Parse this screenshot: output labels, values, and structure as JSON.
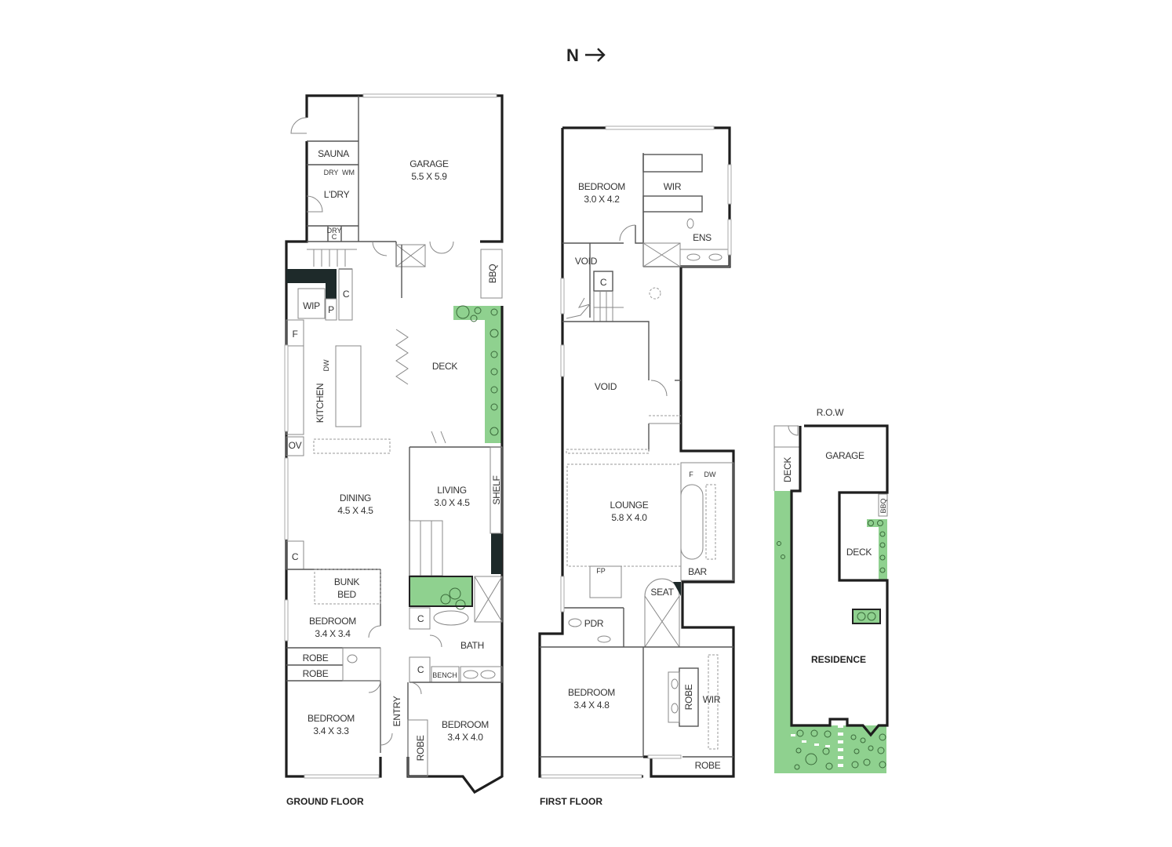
{
  "compass": {
    "label": "N",
    "arrow": "→"
  },
  "floors": {
    "ground": {
      "title": "GROUND FLOOR",
      "rooms": {
        "sauna": "SAUNA",
        "dry": "DRY",
        "wm": "WM",
        "laundry": "L'DRY",
        "dry_c1": "DRY",
        "dry_c2": "C",
        "garage": "GARAGE",
        "garage_dim": "5.5 X 5.9",
        "bbq": "BBQ",
        "c_upper": "C",
        "wip": "WIP",
        "p": "P",
        "f": "F",
        "dw": "DW",
        "kitchen": "KITCHEN",
        "deck": "DECK",
        "ov": "OV",
        "dining": "DINING",
        "dining_dim": "4.5 X 4.5",
        "living": "LIVING",
        "living_dim": "3.0 X 4.5",
        "shelf": "SHELF",
        "c_dining": "C",
        "bunk1": "BUNK",
        "bunk2": "BED",
        "bedroom1": "BEDROOM",
        "bedroom1_dim": "3.4 X 3.4",
        "c_bath1": "C",
        "bath": "BATH",
        "robe1": "ROBE",
        "robe2": "ROBE",
        "c_bath2": "C",
        "bench": "BENCH",
        "entry": "ENTRY",
        "bedroom2": "BEDROOM",
        "bedroom2_dim": "3.4 X 3.3",
        "robe3": "ROBE",
        "bedroom3": "BEDROOM",
        "bedroom3_dim": "3.4 X 4.0"
      }
    },
    "first": {
      "title": "FIRST FLOOR",
      "rooms": {
        "bedroom1": "BEDROOM",
        "bedroom1_dim": "3.0 X 4.2",
        "wir1": "WIR",
        "ens": "ENS",
        "void1": "VOID",
        "c": "C",
        "void2": "VOID",
        "f": "F",
        "dw": "DW",
        "lounge": "LOUNGE",
        "lounge_dim": "5.8 X 4.0",
        "fp": "FP",
        "bar": "BAR",
        "seat": "SEAT",
        "pdr": "PDR",
        "bedroom2": "BEDROOM",
        "bedroom2_dim": "3.4 X 4.8",
        "robe1": "ROBE",
        "wir2": "WIR",
        "robe2": "ROBE"
      }
    },
    "site": {
      "row": "R.O.W",
      "garage": "GARAGE",
      "deck1": "DECK",
      "bbq": "BBQ",
      "deck2": "DECK",
      "residence": "RESIDENCE"
    }
  },
  "colors": {
    "wall": "#1e1e1e",
    "landscape": "#8fd18f",
    "label": "#333333"
  }
}
